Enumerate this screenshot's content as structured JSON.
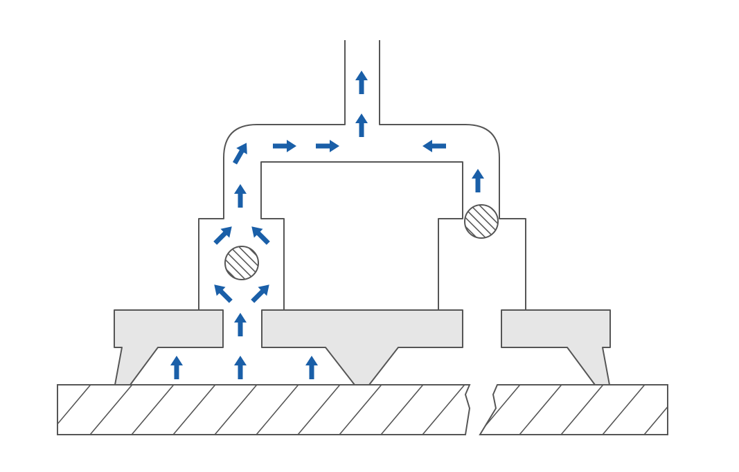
{
  "colors": {
    "outline": "#555555",
    "pad_fill": "#e6e6e6",
    "arrow": "#1a5fa8",
    "background": "#ffffff",
    "ball_fill": "#ffffff",
    "ball_hatch": "#555555"
  },
  "elements": {
    "arrows": "flow-arrow-icons",
    "balls": "check-ball-icons",
    "base": "hatched-base-plate"
  }
}
